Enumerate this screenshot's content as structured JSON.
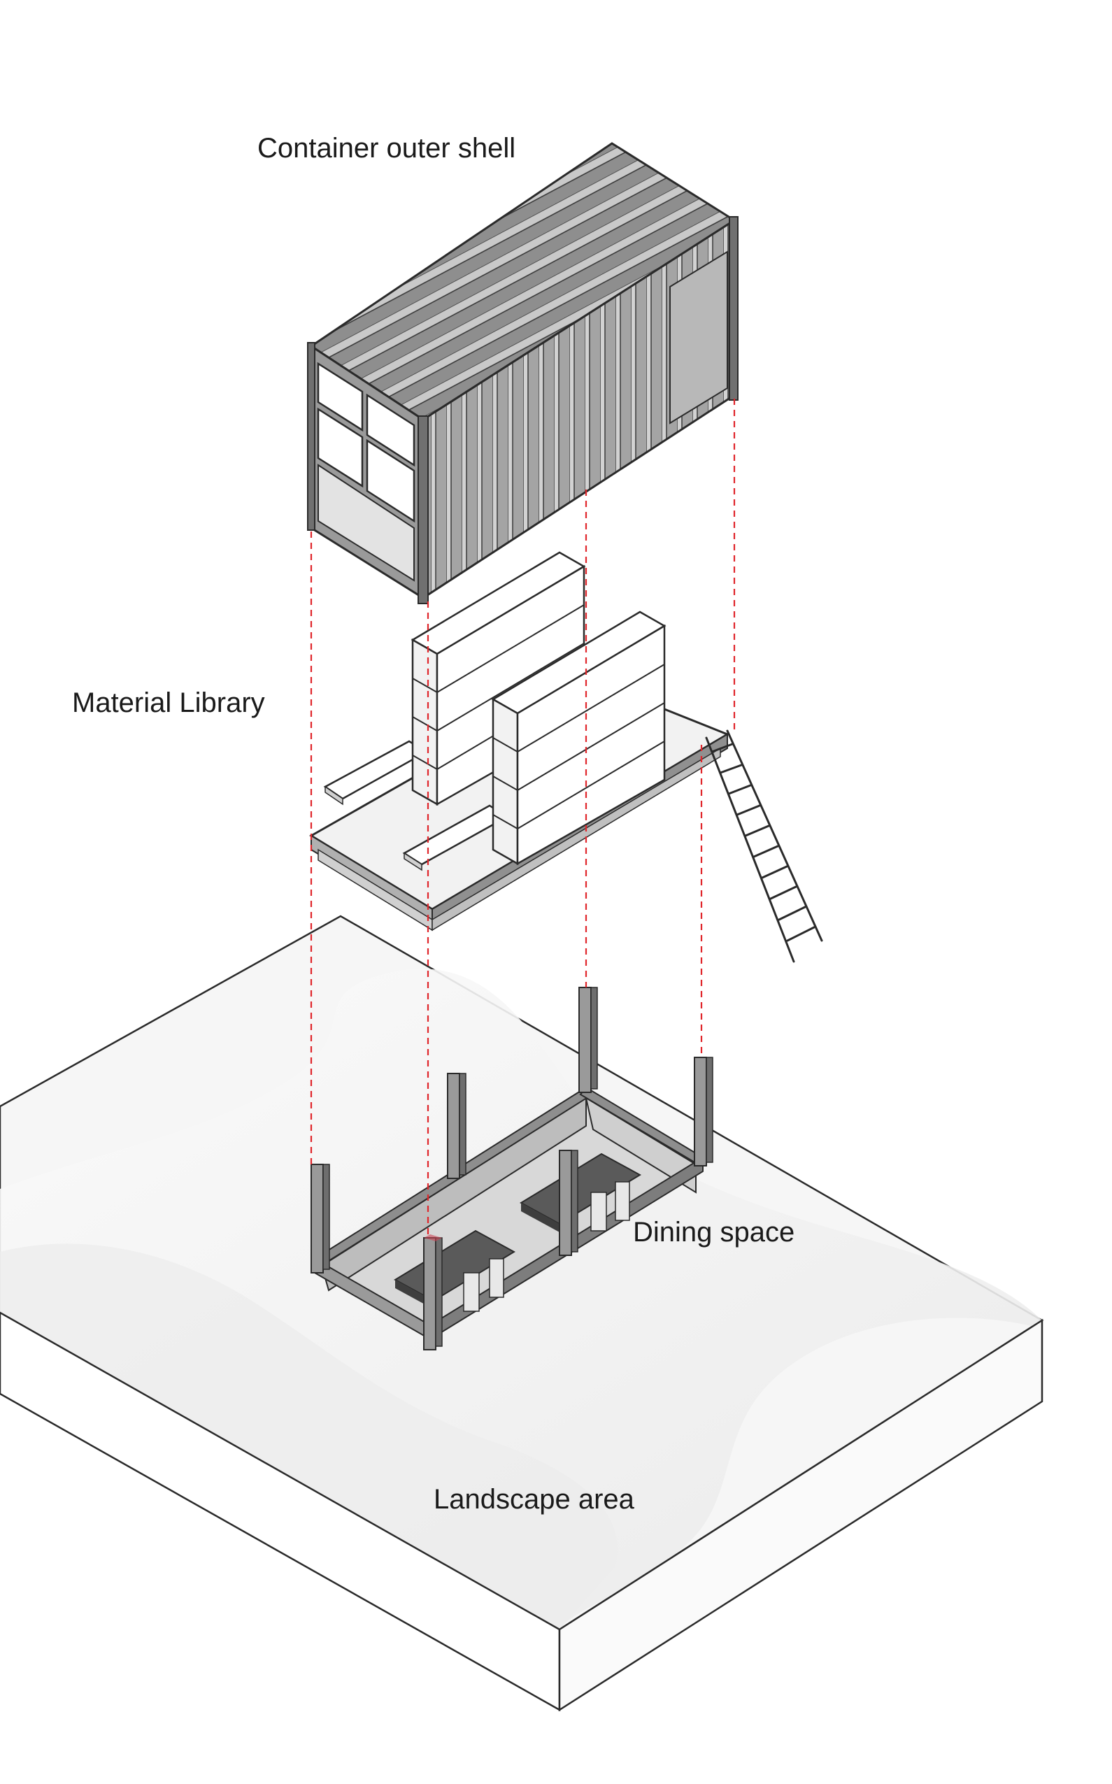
{
  "labels": {
    "container_shell": "Container outer shell",
    "material_library": "Material Library",
    "dining_space": "Dining space",
    "landscape_area": "Landscape area"
  },
  "colors": {
    "guide_line": "#e0262b",
    "outline": "#2a2a2a",
    "steel_face": "#9a9a9a",
    "steel_dark": "#7a7a7a",
    "ground_top": "#f4f4f4"
  }
}
